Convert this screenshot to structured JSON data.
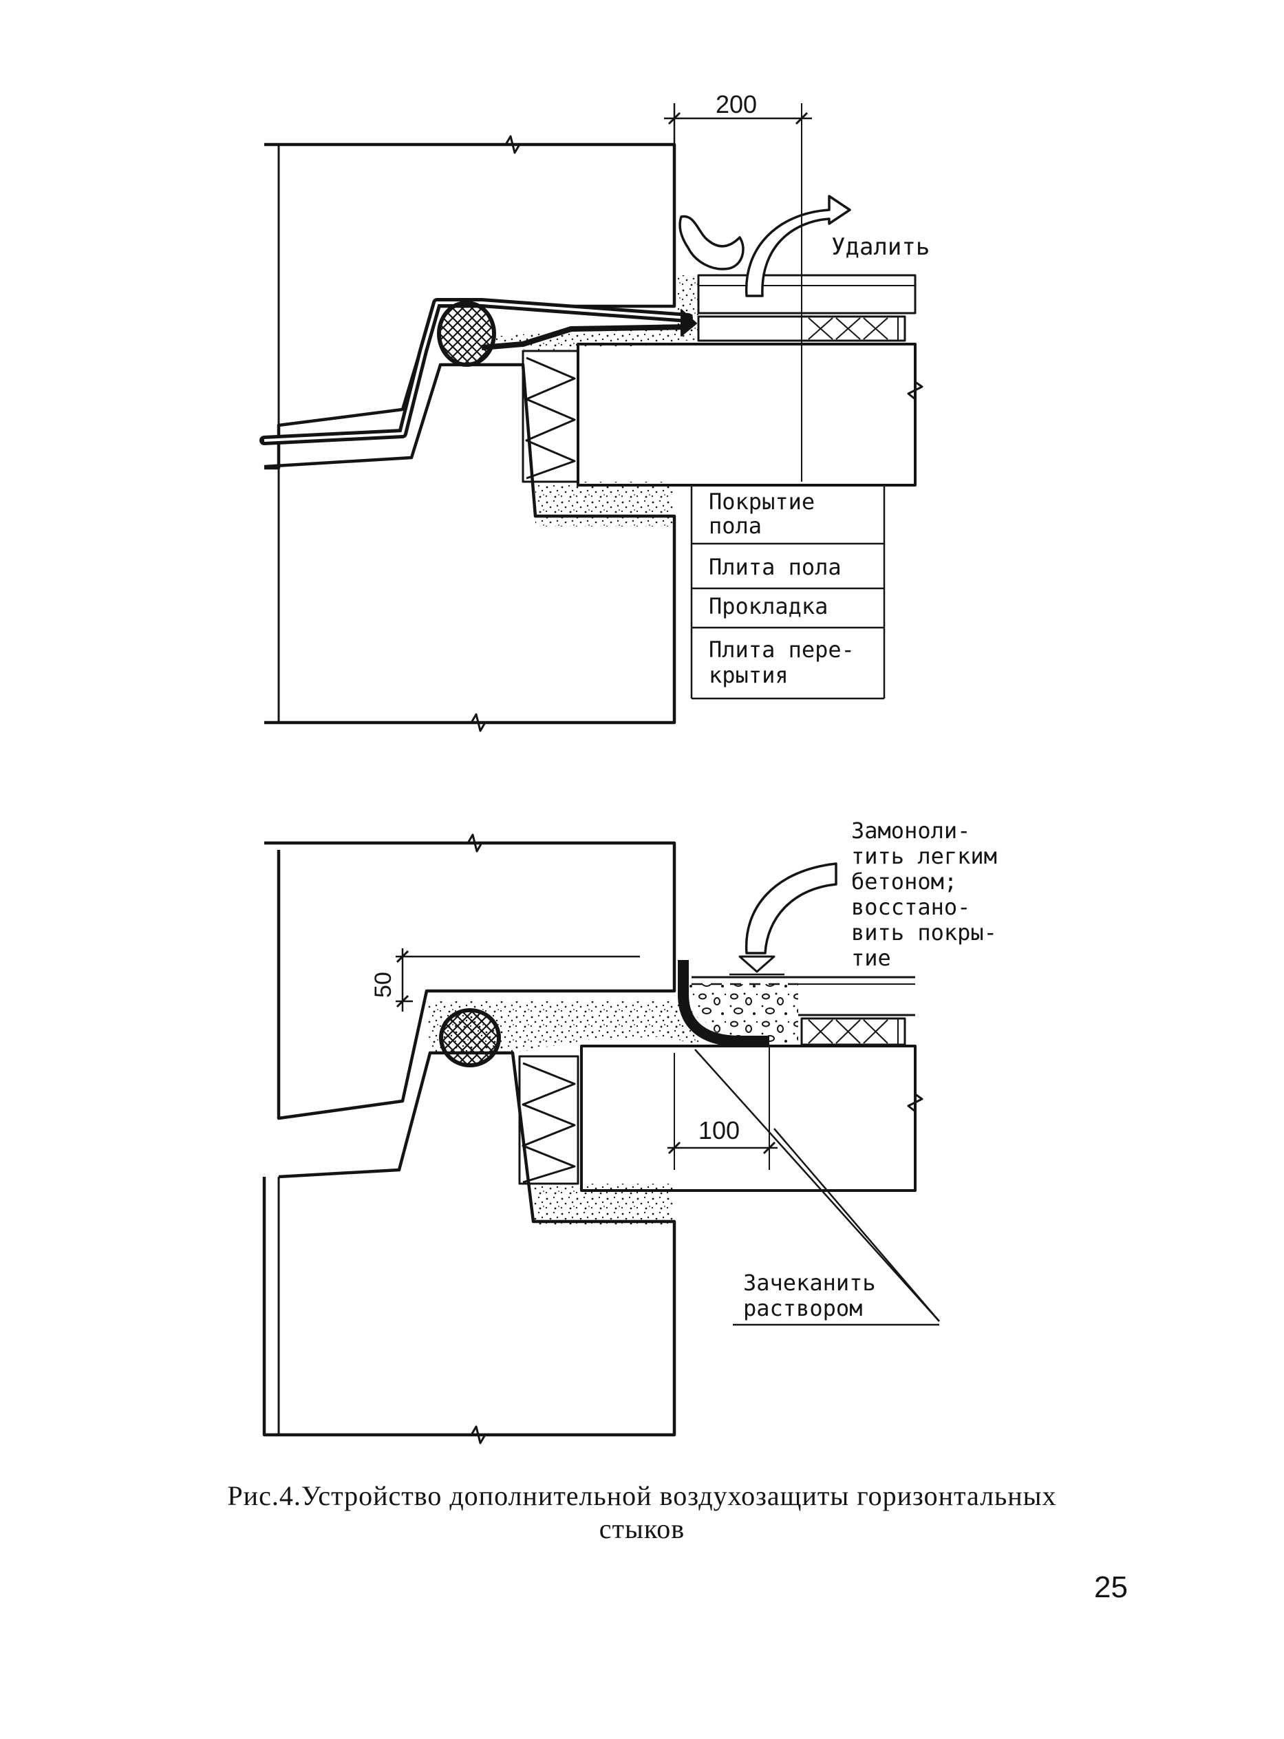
{
  "figure_top": {
    "dimension": "200",
    "label_remove": "Удалить",
    "layers": {
      "floor_covering_line1": "Покрытие",
      "floor_covering_line2": "пола",
      "floor_slab": "Плита пола",
      "gasket": "Прокладка",
      "floor_panel_line1": "Плита пере-",
      "floor_panel_line2": "крытия"
    }
  },
  "figure_bottom": {
    "dimension_vertical": "50",
    "dimension_horizontal": "100",
    "note_concrete": [
      "Замоноли-",
      "тить легким",
      "бетоном;",
      "восстано-",
      "вить покры-",
      "тие"
    ],
    "note_caulk_line1": "Зачеканить",
    "note_caulk_line2": "раствором"
  },
  "caption": {
    "line1": "Рис.4.Устройство дополнительной воздухозащиты горизонтальных",
    "line2": "стыков"
  },
  "page_number": "25",
  "colors": {
    "ink": "#141414",
    "paper": "#ffffff"
  }
}
